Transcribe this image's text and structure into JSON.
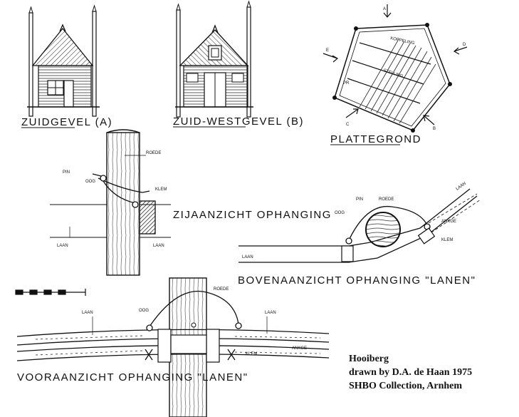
{
  "labels": {
    "zuidgevel": "ZUIDGEVEL (A)",
    "zuidwestgevel": "ZUID-WESTGEVEL (B)",
    "plattegrond": "PLATTEGROND",
    "zijaanzicht": "ZIJAANZICHT OPHANGING",
    "bovenaanzicht": "BOVENAANZICHT OPHANGING \"LANEN\"",
    "vooraanzicht": "VOORAANZICHT OPHANGING \"LANEN\""
  },
  "small_labels": {
    "roede": "ROEDE",
    "pin": "PIN",
    "oog": "OOG",
    "klem": "KLEM",
    "laan": "LAAN",
    "ankge": "ANKGE",
    "koppeling": "KOPPELING",
    "stelling": "STELLING",
    "pr": "PR"
  },
  "markers": {
    "a": "A",
    "b": "B",
    "c": "C",
    "d": "D",
    "e": "E"
  },
  "credit": {
    "title": "Hooiberg",
    "author": "drawn by D.A. de Haan 1975",
    "collection": "SHBO Collection, Arnhem"
  }
}
